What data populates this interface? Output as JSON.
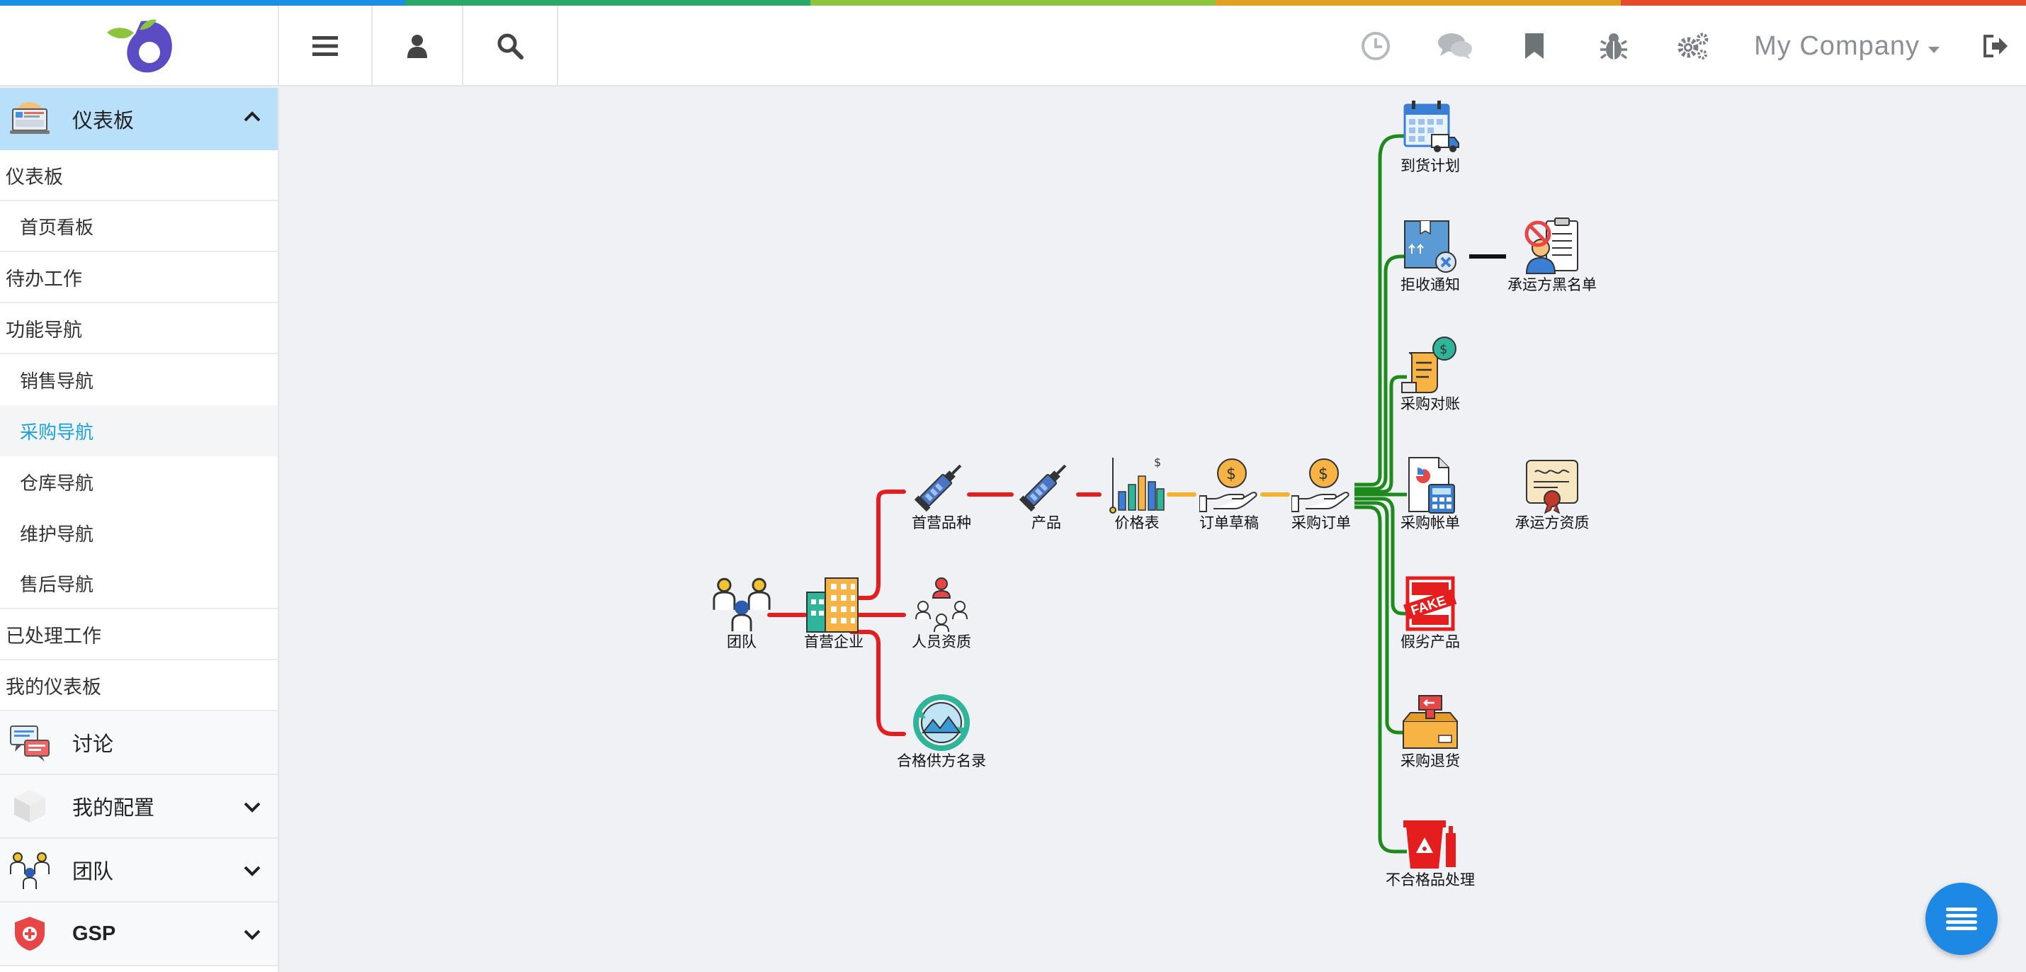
{
  "colors": {
    "bar": [
      "#1a8fe3",
      "#2aa86a",
      "#8bc53f",
      "#e0a020",
      "#e44b2a"
    ],
    "accent": "#1ba1e2",
    "flow_red": "#e41e1e",
    "flow_orange": "#f6b22b",
    "flow_green": "#1e8a1e"
  },
  "header": {
    "tool_icons": [
      "menu-icon",
      "user-icon",
      "search-icon"
    ],
    "right_icons": [
      "clock-icon",
      "chat-icon",
      "bookmark-icon",
      "bug-icon",
      "gears-icon"
    ],
    "company": "My Company",
    "logout_icon": "logout-icon"
  },
  "sidebar": {
    "dashboard_header": "仪表板",
    "items": [
      {
        "label": "仪表板",
        "level": 1
      },
      {
        "label": "首页看板",
        "level": 2
      },
      {
        "label": "待办工作",
        "level": 1
      },
      {
        "label": "功能导航",
        "level": 1
      },
      {
        "label": "销售导航",
        "level": 2
      },
      {
        "label": "采购导航",
        "level": 2,
        "active": true
      },
      {
        "label": "仓库导航",
        "level": 2
      },
      {
        "label": "维护导航",
        "level": 2
      },
      {
        "label": "售后导航",
        "level": 2
      },
      {
        "label": "已处理工作",
        "level": 1
      },
      {
        "label": "我的仪表板",
        "level": 1
      }
    ],
    "sections": [
      {
        "label": "讨论",
        "icon": "discussion-icon",
        "expandable": false
      },
      {
        "label": "我的配置",
        "icon": "config-cube-icon",
        "expandable": true
      },
      {
        "label": "团队",
        "icon": "team-icon",
        "expandable": true
      },
      {
        "label": "GSP",
        "icon": "gsp-shield-icon",
        "expandable": true
      }
    ]
  },
  "flow": {
    "nodes": {
      "team": "团队",
      "company": "首营企业",
      "first_product": "首营品种",
      "personnel": "人员资质",
      "supplier_list": "合格供方名录",
      "product": "产品",
      "price_list": "价格表",
      "order_draft": "订单草稿",
      "purchase_order": "采购订单",
      "arrival_plan": "到货计划",
      "reject_notice": "拒收通知",
      "carrier_blacklist": "承运方黑名单",
      "reconciliation": "采购对账",
      "purchase_bill": "采购帐单",
      "carrier_qualification": "承运方资质",
      "fake_product": "假劣产品",
      "purchase_return": "采购退货",
      "nonconforming": "不合格品处理"
    }
  },
  "fab": {
    "icon": "list-menu-icon"
  }
}
